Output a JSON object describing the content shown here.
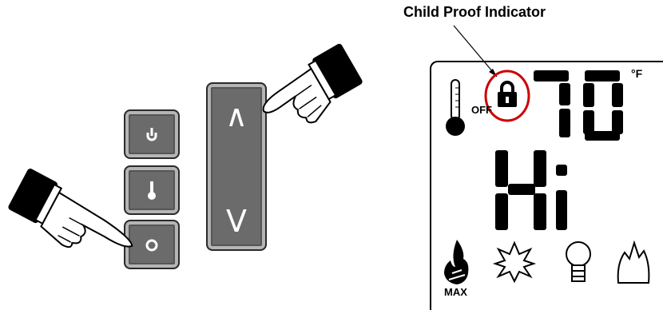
{
  "callout": {
    "label": "Child Proof Indicator"
  },
  "buttons": {
    "fan": {
      "icon": "fan-down-icon"
    },
    "temp": {
      "icon": "thermometer-icon"
    },
    "power": {
      "icon": "power-icon",
      "symbol": "O"
    }
  },
  "rocker": {
    "up_symbol": "∧",
    "down_symbol": "V"
  },
  "lcd": {
    "thermo_label": "OFF",
    "temperature": "70",
    "unit": "°F",
    "mode_text": "Hi",
    "flame_label": "MAX",
    "icons": [
      "flame-icon",
      "snowflake-icon",
      "bulb-icon",
      "fan-blade-icon"
    ]
  },
  "colors": {
    "button_fill": "#6b6b6b",
    "highlight_ring": "#cc0000",
    "lcd_ink": "#000000"
  }
}
